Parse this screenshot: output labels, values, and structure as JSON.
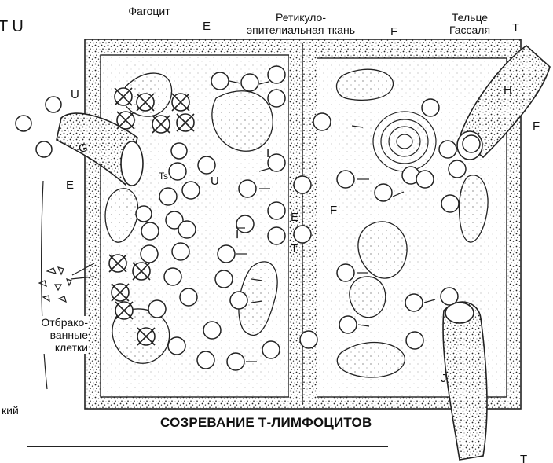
{
  "header_fragment": "T U",
  "labels": {
    "phagocyte": "Фагоцит",
    "reticulo": "Ретикуло-\nэпителиальная ткань",
    "hassall": "Тельце\nГассаля",
    "rejected": "Отбрако-\nванные\nклетки",
    "left_fragment": "кий"
  },
  "title": "СОЗРЕВАНИЕ Т-ЛИМФОЦИТОВ",
  "letters": {
    "E": "E",
    "F": "F",
    "G": "G",
    "H": "H",
    "J": "J",
    "I": "I",
    "T": "T",
    "U": "U",
    "Ts": "Ts"
  }
}
